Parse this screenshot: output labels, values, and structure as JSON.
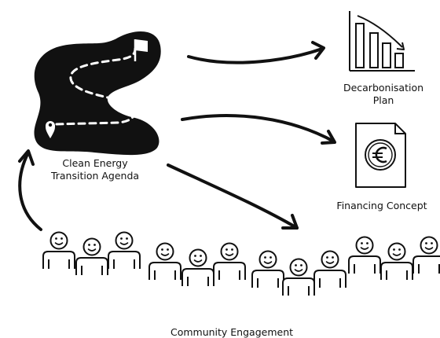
{
  "nodes": {
    "agenda": {
      "line1": "Clean Energy",
      "line2": "Transition Agenda",
      "icon": "roadmap-icon"
    },
    "decarbonisation": {
      "line1": "Decarbonisation",
      "line2": "Plan",
      "icon": "declining-bar-chart-icon"
    },
    "financing": {
      "label": "Financing Concept",
      "icon": "euro-document-icon"
    },
    "community": {
      "label": "Community Engagement",
      "icon": "people-crowd-icon"
    }
  },
  "colors": {
    "ink": "#111111",
    "background": "#ffffff"
  }
}
